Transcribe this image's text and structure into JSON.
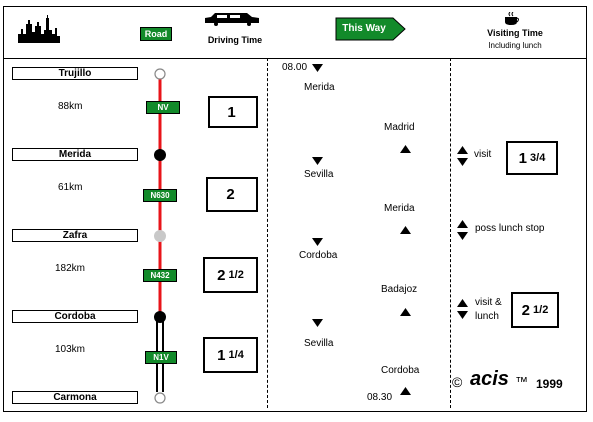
{
  "header": {
    "road_label": "Road",
    "driving_time_label": "Driving Time",
    "this_way_label": "This Way",
    "visiting_time_title": "Visiting Time",
    "visiting_time_subtitle": "Including lunch"
  },
  "towns": [
    "Trujillo",
    "Merida",
    "Zafra",
    "Cordoba",
    "Carmona"
  ],
  "legs": [
    {
      "distance": "88km",
      "road": "NV",
      "time_main": "1",
      "time_frac": ""
    },
    {
      "distance": "61km",
      "road": "N630",
      "time_main": "2",
      "time_frac": ""
    },
    {
      "distance": "182km",
      "road": "N432",
      "time_main": "2",
      "time_frac": "1/2"
    },
    {
      "distance": "103km",
      "road": "N1V",
      "time_main": "1",
      "time_frac": "1/4"
    }
  ],
  "route_going": {
    "start_time": "08.00",
    "stops": [
      "Merida",
      "Sevilla",
      "Cordoba",
      "Sevilla"
    ]
  },
  "route_return": {
    "end_time": "08.30",
    "stops": [
      "Madrid",
      "Merida",
      "Badajoz",
      "Cordoba"
    ]
  },
  "visits": [
    {
      "label": "visit",
      "time_main": "1",
      "time_frac": "3/4"
    },
    {
      "label": "poss lunch stop"
    },
    {
      "label_line1": "visit &",
      "label_line2": "lunch",
      "time_main": "2",
      "time_frac": "1/2"
    }
  ],
  "footer": {
    "copyright": "©",
    "brand": "acis",
    "trademark": "™",
    "year": "1999"
  },
  "colors": {
    "route_line": "#e8141a",
    "road_sign": "#128a2a",
    "visited_dot": "#000000",
    "skipped_dot": "#c8c8c8"
  }
}
